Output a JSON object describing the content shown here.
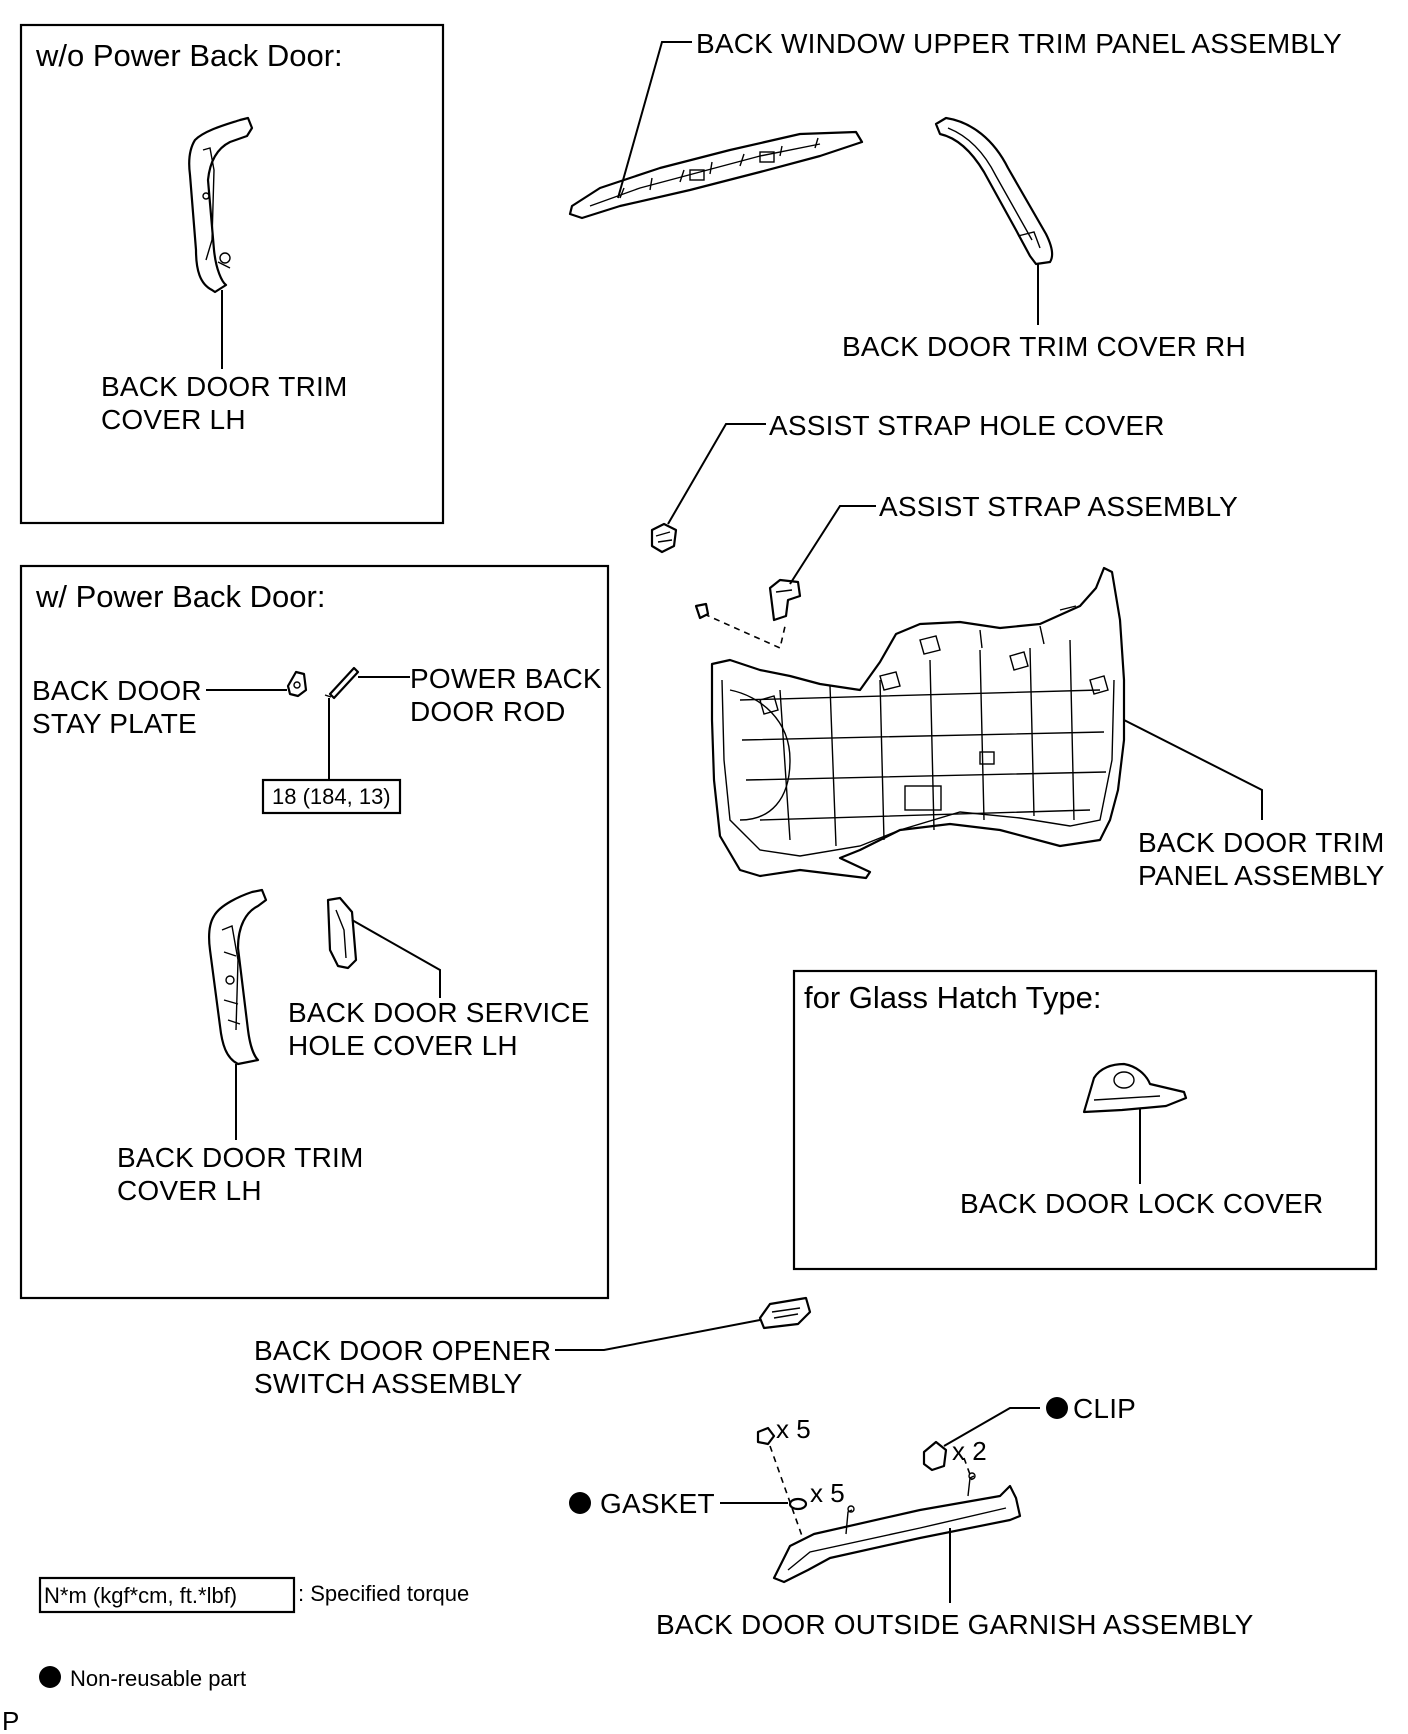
{
  "sections": {
    "wo_power": "w/o Power Back Door:",
    "w_power": "w/ Power Back Door:",
    "glass_hatch": "for Glass Hatch Type:"
  },
  "labels": {
    "upper_trim_panel": "BACK WINDOW UPPER TRIM PANEL ASSEMBLY",
    "trim_cover_rh": "BACK DOOR TRIM COVER RH",
    "assist_strap_hole_cover": "ASSIST STRAP HOLE COVER",
    "assist_strap_assembly": "ASSIST STRAP ASSEMBLY",
    "trim_panel_line1": "BACK DOOR TRIM",
    "trim_panel_line2": "PANEL ASSEMBLY",
    "trim_cover_lh_a_line1": "BACK DOOR TRIM",
    "trim_cover_lh_a_line2": "COVER LH",
    "stay_plate_line1": "BACK DOOR",
    "stay_plate_line2": "STAY PLATE",
    "power_rod_line1": "POWER BACK",
    "power_rod_line2": "DOOR ROD",
    "torque_value": "18 (184, 13)",
    "service_hole_line1": "BACK DOOR SERVICE",
    "service_hole_line2": "HOLE COVER LH",
    "trim_cover_lh_b_line1": "BACK DOOR TRIM",
    "trim_cover_lh_b_line2": "COVER LH",
    "lock_cover": "BACK DOOR LOCK COVER",
    "opener_switch_line1": "BACK DOOR OPENER",
    "opener_switch_line2": "SWITCH ASSEMBLY",
    "clip": "CLIP",
    "gasket": "GASKET",
    "qty_x5_a": "x 5",
    "qty_x5_b": "x 5",
    "qty_x2": "x 2",
    "garnish": "BACK DOOR OUTSIDE GARNISH ASSEMBLY"
  },
  "legend": {
    "torque_unit": "N*m (kgf*cm, ft.*lbf)",
    "torque_desc": ": Specified torque",
    "nonreusable": "Non-reusable part"
  },
  "corner_mark": "P"
}
